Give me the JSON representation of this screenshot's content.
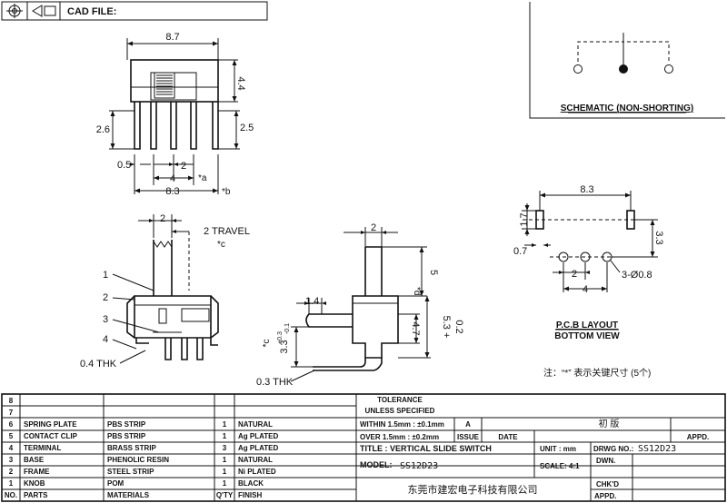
{
  "header": {
    "cad_file_label": "CAD FILE:"
  },
  "top_view": {
    "width_label": "8.7",
    "height_label": "4.4",
    "pin_left_label": "2.6",
    "pin_right_label": "2.5",
    "offset_label": "0.5",
    "pitch_outer_label": "4",
    "pitch_inner_label": "2",
    "mark_a": "*a",
    "span_label": "8.3",
    "mark_b": "*b"
  },
  "schematic": {
    "caption": "SCHEMATIC (NON-SHORTING)"
  },
  "pcb_layout": {
    "span_label": "8.3",
    "slot_label": "1.7",
    "offset_label": "0.7",
    "row_gap_label": "3.3",
    "pitch_inner_label": "2",
    "pitch_outer_label": "4",
    "hole_label": "3-Ø0.8",
    "caption_line1": "P.C.B LAYOUT",
    "caption_line2": "BOTTOM VIEW"
  },
  "front_view": {
    "knob_width_label": "2",
    "travel_label": "2 TRAVEL",
    "mark_c": "*c",
    "callouts": [
      "1",
      "2",
      "3",
      "4"
    ],
    "thickness_label": "0.4 THK"
  },
  "side_view": {
    "knob_width_label": "2",
    "knob_height_label": "5",
    "mark_d": "*d",
    "tab_label": "1.4",
    "body_height_label": "4.7",
    "tol_label_line1": "5.3 +",
    "tol_label_line2": "0.2",
    "lead_label": "3.3",
    "lead_tol_plus": "+0.3",
    "lead_tol_minus": "-0.1",
    "mark_c": "*c",
    "thickness_label": "0.3 THK"
  },
  "note": {
    "text": "注：“*” 表示关键尺寸 (5个)"
  },
  "bom": {
    "rows": [
      {
        "no": "8",
        "part": "",
        "material": "",
        "qty": "",
        "finish": ""
      },
      {
        "no": "7",
        "part": "",
        "material": "",
        "qty": "",
        "finish": ""
      },
      {
        "no": "6",
        "part": "SPRING PLATE",
        "material": "PBS STRIP",
        "qty": "1",
        "finish": "NATURAL"
      },
      {
        "no": "5",
        "part": "CONTACT CLIP",
        "material": "PBS STRIP",
        "qty": "1",
        "finish": "Ag PLATED"
      },
      {
        "no": "4",
        "part": "TERMINAL",
        "material": "BRASS STRIP",
        "qty": "3",
        "finish": "Ag PLATED"
      },
      {
        "no": "3",
        "part": "BASE",
        "material": "PHENOLIC RESIN",
        "qty": "1",
        "finish": "NATURAL"
      },
      {
        "no": "2",
        "part": "FRAME",
        "material": "STEEL STRIP",
        "qty": "1",
        "finish": "Ni PLATED"
      },
      {
        "no": "1",
        "part": "KNOB",
        "material": "POM",
        "qty": "1",
        "finish": "BLACK"
      }
    ],
    "header": {
      "no": "NO.",
      "part": "PARTS",
      "material": "MATERIALS",
      "qty": "Q'TY",
      "finish": "FINISH"
    }
  },
  "title_block": {
    "tolerance_line1": "TOLERANCE",
    "tolerance_line2": "UNLESS SPECIFIED",
    "within": "WITHIN 1.5mm : ±0.1mm",
    "over": "OVER 1.5mm : ±0.2mm",
    "rev_a": "A",
    "issue": "ISSUE",
    "date": "DATE",
    "first_edition": "初 版",
    "appd": "APPD.",
    "title": "TITLE : VERTICAL SLIDE SWITCH",
    "unit_label": "UNIT : mm",
    "drwg_label": "DRWG NO.:",
    "drwg_value": "SS12D23",
    "model_label": "MODEL:",
    "model_value": "SS12D23",
    "scale": "SCALE: 4:1",
    "dwn": "DWN.",
    "company": "东莞市建宏电子科技有限公司",
    "chkd": "CHK'D",
    "appd2": "APPD."
  }
}
